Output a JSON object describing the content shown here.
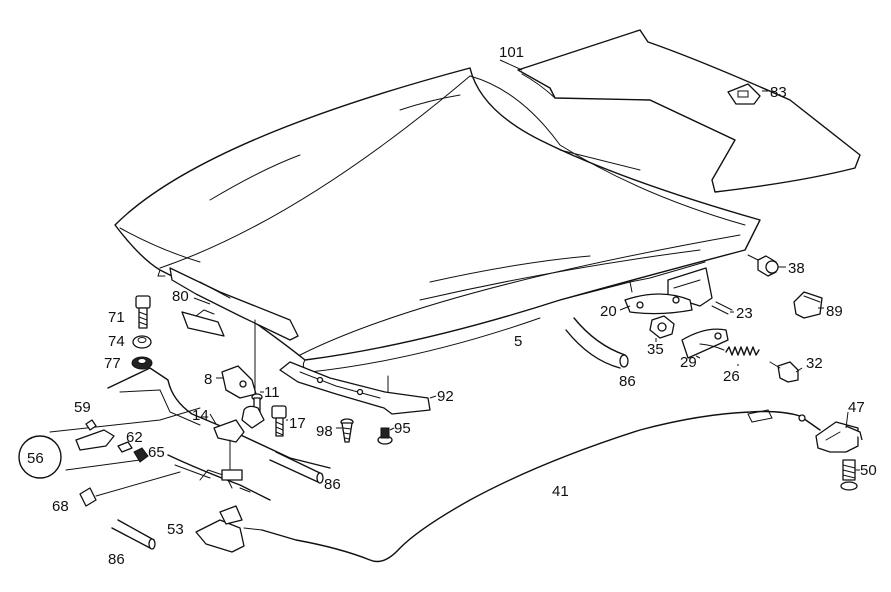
{
  "labels": {
    "p101": "101",
    "p83": "83",
    "p38": "38",
    "p89": "89",
    "p23": "23",
    "p20": "20",
    "p35": "35",
    "p29": "29",
    "p26": "26",
    "p32": "32",
    "p5": "5",
    "p86a": "86",
    "p86b": "86",
    "p86c": "86",
    "p80": "80",
    "p71": "71",
    "p74": "74",
    "p77": "77",
    "p8": "8",
    "p11": "11",
    "p17": "17",
    "p14": "14",
    "p92": "92",
    "p98": "98",
    "p95": "95",
    "p59": "59",
    "p62": "62",
    "p65": "65",
    "p56": "56",
    "p68": "68",
    "p53": "53",
    "p41": "41",
    "p47": "47",
    "p50": "50"
  },
  "colors": {
    "line": "#111111",
    "background": "#ffffff"
  }
}
